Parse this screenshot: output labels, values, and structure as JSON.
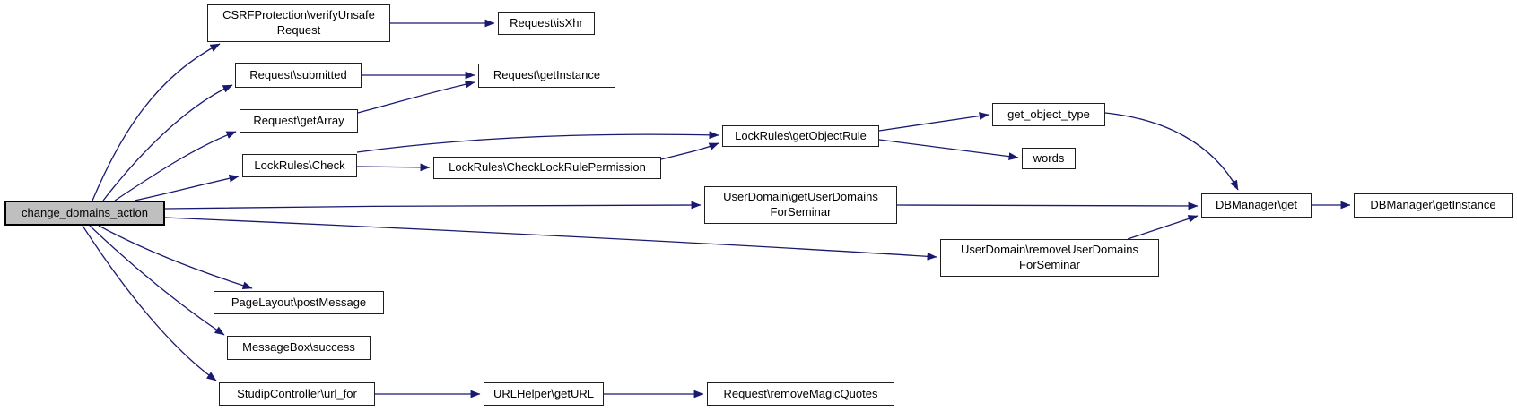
{
  "diagram": {
    "type": "call-graph",
    "focused_node": "change_domains_action",
    "colors": {
      "background": "#ffffff",
      "edge": "#191970",
      "node_fill": "#ffffff",
      "node_border": "#1f1f1f",
      "focused_fill": "#bfbfbf",
      "text": "#000000"
    },
    "nodes": [
      {
        "id": "main",
        "label": "change_domains_action"
      },
      {
        "id": "csrf",
        "label": "CSRFProtection\\verifyUnsafe\nRequest"
      },
      {
        "id": "isxhr",
        "label": "Request\\isXhr"
      },
      {
        "id": "submitted",
        "label": "Request\\submitted"
      },
      {
        "id": "getinstance",
        "label": "Request\\getInstance"
      },
      {
        "id": "getarray",
        "label": "Request\\getArray"
      },
      {
        "id": "check",
        "label": "LockRules\\Check"
      },
      {
        "id": "checklock",
        "label": "LockRules\\CheckLockRulePermission"
      },
      {
        "id": "getobjrule",
        "label": "LockRules\\getObjectRule"
      },
      {
        "id": "gettype",
        "label": "get_object_type"
      },
      {
        "id": "words",
        "label": "words"
      },
      {
        "id": "getuserdom",
        "label": "UserDomain\\getUserDomains\nForSeminar"
      },
      {
        "id": "removeuserdom",
        "label": "UserDomain\\removeUserDomains\nForSeminar"
      },
      {
        "id": "dbget",
        "label": "DBManager\\get"
      },
      {
        "id": "dbgetinst",
        "label": "DBManager\\getInstance"
      },
      {
        "id": "postmsg",
        "label": "PageLayout\\postMessage"
      },
      {
        "id": "msgbox",
        "label": "MessageBox\\success"
      },
      {
        "id": "urlfor",
        "label": "StudipController\\url_for"
      },
      {
        "id": "geturl",
        "label": "URLHelper\\getURL"
      },
      {
        "id": "removemagic",
        "label": "Request\\removeMagicQuotes"
      }
    ],
    "edges": [
      {
        "from": "main",
        "to": "csrf"
      },
      {
        "from": "main",
        "to": "submitted"
      },
      {
        "from": "main",
        "to": "getarray"
      },
      {
        "from": "main",
        "to": "check"
      },
      {
        "from": "main",
        "to": "getuserdom"
      },
      {
        "from": "main",
        "to": "removeuserdom"
      },
      {
        "from": "main",
        "to": "postmsg"
      },
      {
        "from": "main",
        "to": "msgbox"
      },
      {
        "from": "main",
        "to": "urlfor"
      },
      {
        "from": "csrf",
        "to": "isxhr"
      },
      {
        "from": "submitted",
        "to": "getinstance"
      },
      {
        "from": "getarray",
        "to": "getinstance"
      },
      {
        "from": "check",
        "to": "checklock"
      },
      {
        "from": "check",
        "to": "getobjrule"
      },
      {
        "from": "checklock",
        "to": "getobjrule"
      },
      {
        "from": "getobjrule",
        "to": "gettype"
      },
      {
        "from": "getobjrule",
        "to": "words"
      },
      {
        "from": "gettype",
        "to": "dbget"
      },
      {
        "from": "getuserdom",
        "to": "dbget"
      },
      {
        "from": "removeuserdom",
        "to": "dbget"
      },
      {
        "from": "dbget",
        "to": "dbgetinst"
      },
      {
        "from": "urlfor",
        "to": "geturl"
      },
      {
        "from": "geturl",
        "to": "removemagic"
      }
    ]
  }
}
